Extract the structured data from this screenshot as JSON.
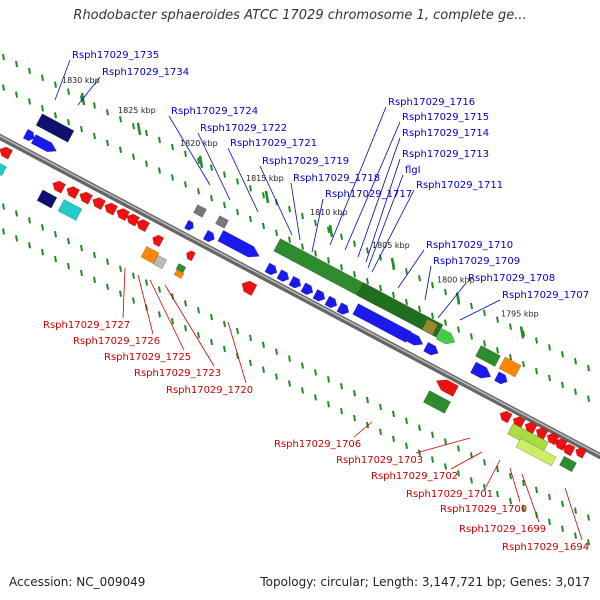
{
  "title": "Rhodobacter sphaeroides ATCC 17029 chromosome 1, complete ge...",
  "footer": {
    "accession": "Accession: NC_009049",
    "topology": "Topology: circular; Length: 3,147,721 bp; Genes: 3,017"
  },
  "colors": {
    "forward_label": "#0000cc",
    "reverse_label": "#cc0000",
    "backbone": "#888888",
    "tick": "#228b22"
  },
  "kbp_markers": [
    "1830 kbp",
    "1825 kbp",
    "1820 kbp",
    "1815 kbp",
    "1810 kbp",
    "1805 kbp",
    "1800 kbp",
    "1795 kbp"
  ],
  "forward_genes": [
    "Rsph17029_1735",
    "Rsph17029_1734",
    "Rsph17029_1724",
    "Rsph17029_1722",
    "Rsph17029_1721",
    "Rsph17029_1719",
    "Rsph17029_1718",
    "Rsph17029_1717",
    "Rsph17029_1716",
    "Rsph17029_1715",
    "Rsph17029_1714",
    "Rsph17029_1713",
    "flgI",
    "Rsph17029_1711",
    "Rsph17029_1710",
    "Rsph17029_1709",
    "Rsph17029_1708",
    "Rsph17029_1707"
  ],
  "reverse_genes": [
    "Rsph17029_1727",
    "Rsph17029_1726",
    "Rsph17029_1725",
    "Rsph17029_1723",
    "Rsph17029_1720",
    "Rsph17029_1706",
    "Rsph17029_1703",
    "Rsph17029_1702",
    "Rsph17029_1701",
    "Rsph17029_1700",
    "Rsph17029_1699",
    "Rsph17029_1694"
  ]
}
